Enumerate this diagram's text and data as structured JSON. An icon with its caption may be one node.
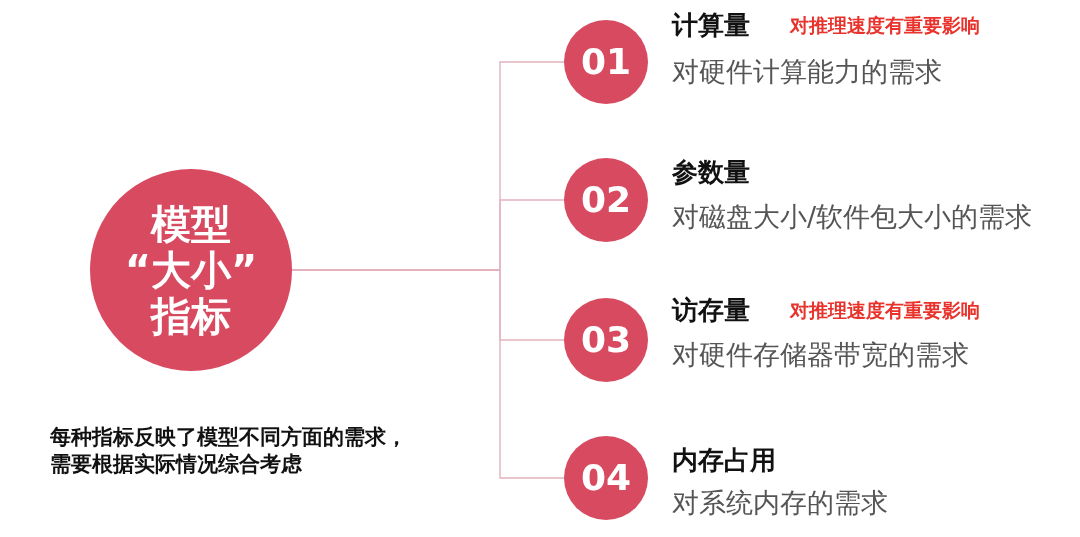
{
  "diagram": {
    "nodes": [
      {
        "text": [
          "模型“大小”指标"
        ]
      },
      {
        "text": [
          "01"
        ],
        "beside": [
          "计算量",
          "对推理速度有重要影响",
          "对硬件计算能力的需求"
        ]
      },
      {
        "text": [
          "02"
        ],
        "beside": [
          "参数量",
          "对磁盘大小/软件包大小的需求"
        ]
      },
      {
        "text": [
          "03"
        ],
        "beside": [
          "访存量",
          "对推理速度有重要影响",
          "对硬件存储器带宽的需求"
        ]
      },
      {
        "text": [
          "04"
        ],
        "beside": [
          "内存占用",
          "对系统内存的需求"
        ]
      }
    ],
    "edges": [
      {
        "from": 0,
        "to": 1,
        "arrow": "none"
      },
      {
        "from": 0,
        "to": 2,
        "arrow": "none"
      },
      {
        "from": 0,
        "to": 3,
        "arrow": "none"
      },
      {
        "from": 0,
        "to": 4,
        "arrow": "none"
      }
    ],
    "labels": [
      "每种指标反映了模型不同方面的需求，需要根据实际情况综合考虑"
    ]
  }
}
